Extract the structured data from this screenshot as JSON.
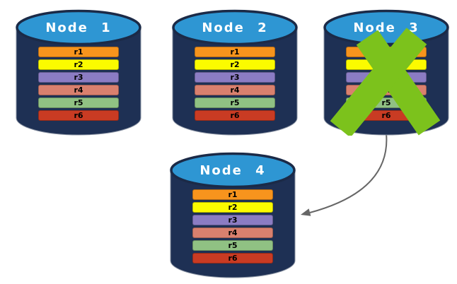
{
  "diagram": {
    "description": "Four database node cylinders; Node 3 is crossed out with a green X and an arrow points from Node 3 to replacement Node 4",
    "colors": {
      "cylinder_body": "#1e3054",
      "cylinder_top": "#2e96d3",
      "cylinder_edge": "#1b2a47",
      "cylinder_outline": "#8a93a3",
      "title_text": "#ffffff",
      "row_text": "#000000",
      "failure_x": "#7cc21c",
      "arrow": "#666666"
    },
    "rows": [
      {
        "label": "r1",
        "color": "#f7941d"
      },
      {
        "label": "r2",
        "color": "#fbfb00"
      },
      {
        "label": "r3",
        "color": "#8b7cc3"
      },
      {
        "label": "r4",
        "color": "#d9806e"
      },
      {
        "label": "r5",
        "color": "#90c183"
      },
      {
        "label": "r6",
        "color": "#c93b23"
      }
    ],
    "nodes": [
      {
        "id": "node-1",
        "label": "Node 1",
        "failed": false
      },
      {
        "id": "node-2",
        "label": "Node 2",
        "failed": false
      },
      {
        "id": "node-3",
        "label": "Node 3",
        "failed": true
      },
      {
        "id": "node-4",
        "label": "Node 4",
        "failed": false
      }
    ],
    "arrow": {
      "from": "node-3",
      "to": "node-4"
    }
  }
}
